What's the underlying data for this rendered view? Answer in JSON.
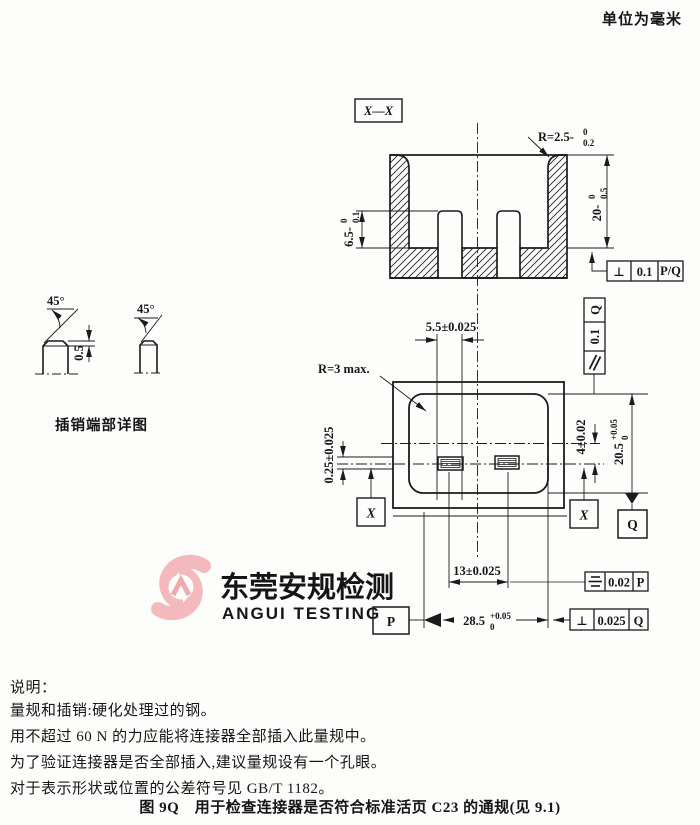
{
  "unit_label": "单位为毫米",
  "section_view": {
    "label": "X—X",
    "dim_r": {
      "base": "R=2.5-",
      "sup": "0",
      "sub": "0.2"
    },
    "dim_depth": {
      "base": "20-",
      "sup": "0",
      "sub": "0.5"
    },
    "dim_pin_height": {
      "base": "6.5-",
      "sup": "0",
      "sub": "0.1"
    },
    "tol_frame": {
      "symbol": "⊥",
      "value": "0.1",
      "datum": "P/Q"
    }
  },
  "plan_view": {
    "dim_slot_width": "5.5±0.025",
    "corner_radius": "R=3 max.",
    "dim_offset": "0.25±0.025",
    "dim_pin_line": "4±0.02",
    "dim_cavity_height": {
      "base": "20.5",
      "sup": "+0.05",
      "sub": "0"
    },
    "dim_pin_spacing": "13±0.025",
    "dim_cavity_width": {
      "base": "28.5",
      "sup": "+0.05",
      "sub": "0"
    },
    "tol_parallel": {
      "value": "0.1",
      "datum": "Q"
    },
    "tol_symmetry": {
      "value": "0.02",
      "datum": "P"
    },
    "tol_perpendicular": {
      "symbol": "⊥",
      "value": "0.025",
      "datum": "Q"
    },
    "datum_p": "P",
    "datum_q": "Q",
    "section_marker_left": "X",
    "section_marker_right": "X"
  },
  "pin_detail": {
    "label": "插销端部详图",
    "angle_left": "45°",
    "angle_right": "45°",
    "chamfer_height": "0.5"
  },
  "watermark": {
    "name_cn": "东莞安规检测",
    "name_en": "ANGUI TESTING",
    "logo_color": "#f4b9bd",
    "text_color": "#bcbcbc"
  },
  "notes": {
    "heading": "说明：",
    "lines": [
      "量规和插销:硬化处理过的钢。",
      "用不超过 60 N 的力应能将连接器全部插入此量规中。",
      "为了验证连接器是否全部插入,建议量规设有一个孔眼。",
      "对于表示形状或位置的公差符号见 GB/T 1182。"
    ],
    "caption": "图 9Q　用于检查连接器是否符合标准活页 C23 的通规(见 9.1)"
  }
}
